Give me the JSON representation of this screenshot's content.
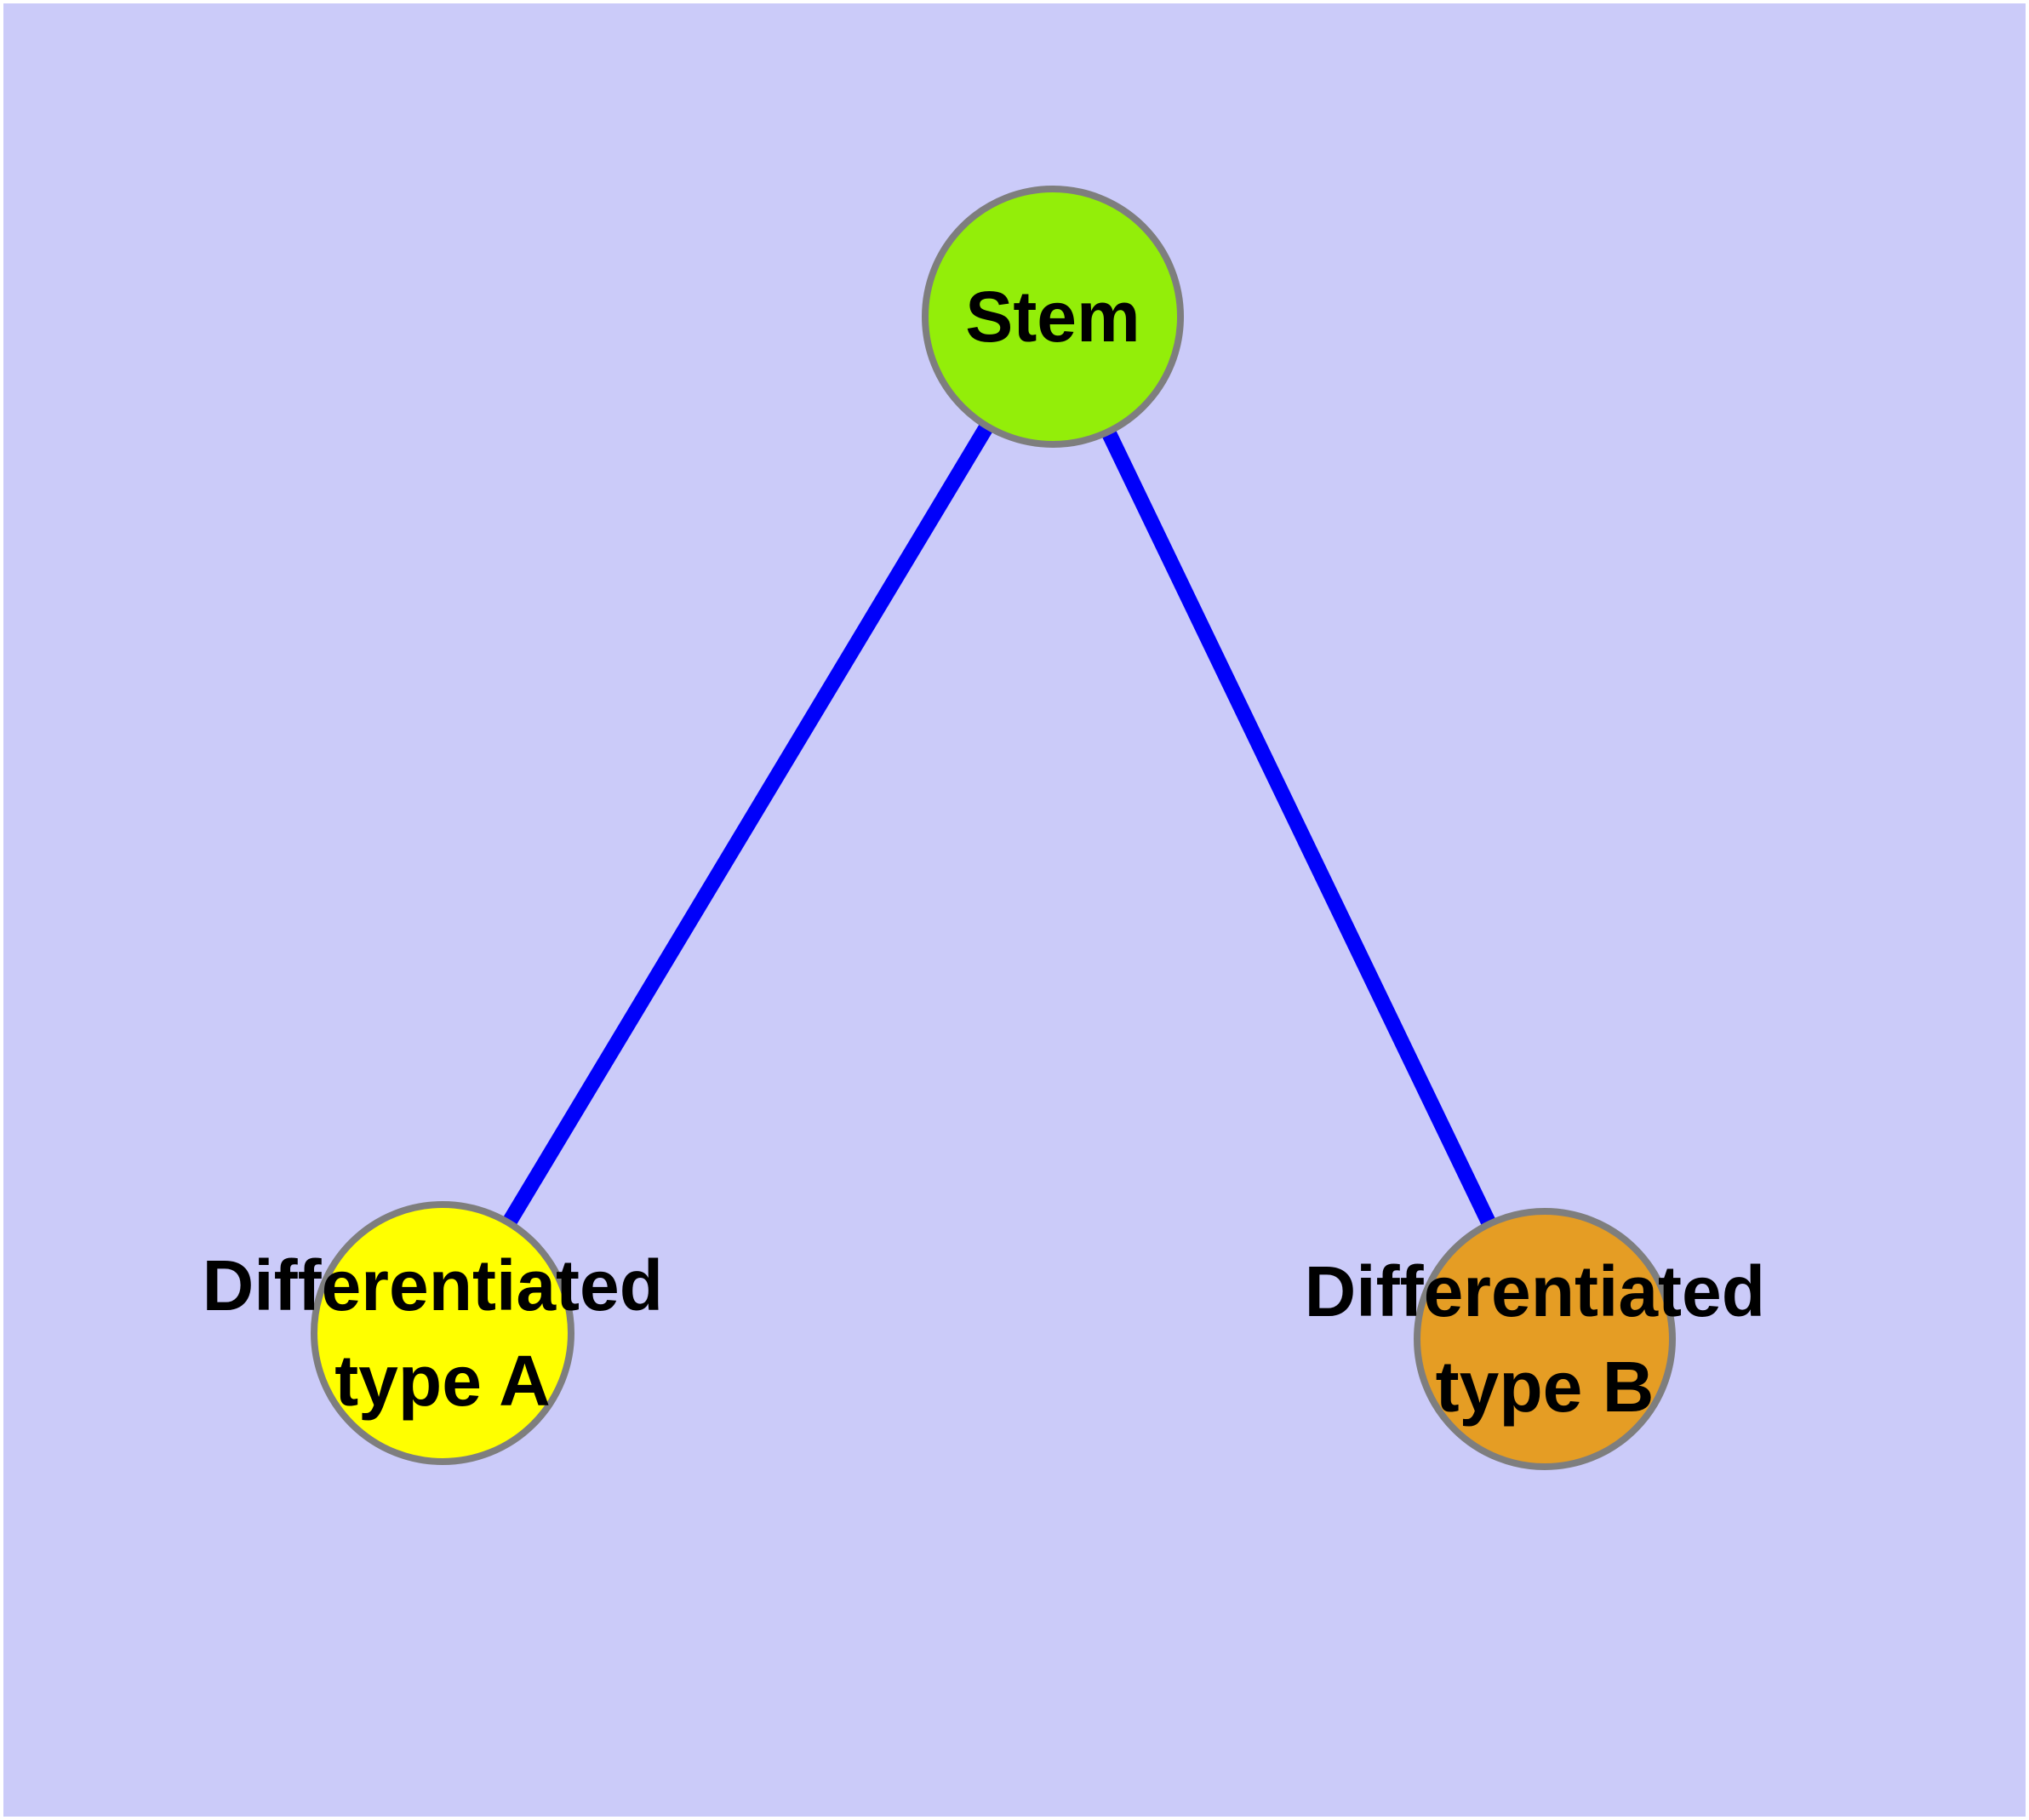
{
  "diagram": {
    "background_color": "#CBCBF9",
    "frame_color": "#FFFFFF",
    "text_color": "#000000",
    "node_border_color": "#7E7E7E",
    "edge_color": "#0000FA",
    "nodes": {
      "stem": {
        "label": "Stem",
        "fill_color": "#93EE09",
        "border_color": "#7E7E7E"
      },
      "type_a": {
        "label": "Differentiated type A",
        "label_lines": [
          "Differentiated",
          "type A"
        ],
        "fill_color": "#FFFF00",
        "border_color": "#7E7E7E"
      },
      "type_b": {
        "label": "Differentiated type B",
        "label_lines": [
          "Differentiated",
          "type B"
        ],
        "fill_color": "#E59D24",
        "border_color": "#7E7E7E"
      }
    },
    "edges": [
      {
        "from": "Stem",
        "to": "Differentiated type A",
        "color": "#0000FA"
      },
      {
        "from": "Stem",
        "to": "Differentiated type B",
        "color": "#0000FA"
      }
    ]
  }
}
